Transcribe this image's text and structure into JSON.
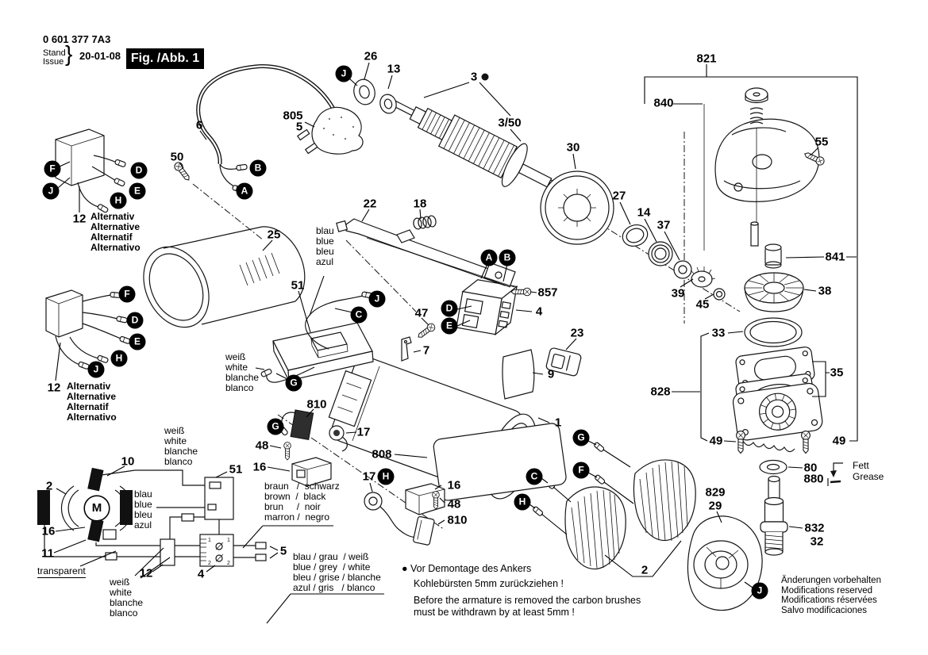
{
  "header": {
    "part_number": "0 601 377 7A3",
    "stand_label": "Stand",
    "issue_label": "Issue",
    "brace": "}",
    "date": "20-01-08",
    "figure_label": "Fig. /Abb. 1"
  },
  "callouts": {
    "c1": "1",
    "c2": "2",
    "c3": "3",
    "c3_50": "3/50",
    "c4": "4",
    "c5": "5",
    "c6": "6",
    "c7": "7",
    "c9": "9",
    "c10": "10",
    "c11": "11",
    "c12": "12",
    "c13": "13",
    "c14": "14",
    "c16": "16",
    "c17": "17",
    "c18": "18",
    "c22": "22",
    "c23": "23",
    "c25": "25",
    "c26": "26",
    "c27": "27",
    "c29": "29",
    "c30": "30",
    "c32": "32",
    "c33": "33",
    "c35": "35",
    "c37": "37",
    "c38": "38",
    "c39": "39",
    "c45": "45",
    "c47": "47",
    "c48": "48",
    "c49": "49",
    "c50": "50",
    "c51": "51",
    "c55": "55",
    "c80": "80",
    "c805": "805",
    "c808": "808",
    "c810": "810",
    "c821": "821",
    "c828": "828",
    "c829": "829",
    "c832": "832",
    "c840": "840",
    "c841": "841",
    "c857": "857",
    "c880": "880"
  },
  "letters": {
    "a": "A",
    "b": "B",
    "c": "C",
    "d": "D",
    "e": "E",
    "f": "F",
    "g": "G",
    "h": "H",
    "j": "J",
    "m": "M"
  },
  "legends": {
    "alternative": "Alternativ\nAlternative\nAlternatif\nAlternativo",
    "blue": "blau\nblue\nbleu\nazul",
    "white": "weiß\nwhite\nblanche\nblanco",
    "brown_black": "braun   /  schwarz\nbrown  /  black\nbrun     /  noir\nmarron /  negro",
    "blue_grey_white": "blau / grau  / weiß\nblue / grey  / white\nbleu / grise / blanche\nazul / gris   / blanco",
    "transparent": "transparent",
    "grease_de": "Fett",
    "grease_en": "Grease"
  },
  "wiring": {
    "contacts": [
      "1",
      "1",
      "2",
      "2"
    ]
  },
  "notes": {
    "warning_de_1": "● Vor Demontage des Ankers",
    "warning_de_2": "Kohlebürsten 5mm zurückziehen !",
    "warning_en_1": "Before the armature is removed the carbon brushes",
    "warning_en_2": "must be withdrawn by at least 5mm !",
    "modifications": "Änderungen vorbehalten\nModifications reserved\nModifications réservées\nSalvo modificaciones"
  }
}
